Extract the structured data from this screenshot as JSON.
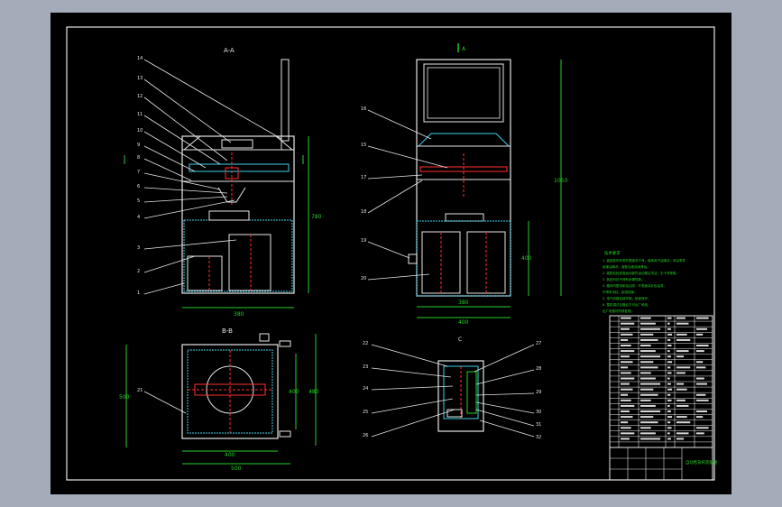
{
  "views": {
    "section_a_title": "A-A",
    "view_b_title": "B-B",
    "view_c_title": "C",
    "front_arrow_label": "A"
  },
  "dimensions": {
    "side_width": "380",
    "side_height": "780",
    "front_total_height": "1050",
    "front_lower_height": "400",
    "front_width_inner": "380",
    "front_width_outer": "400",
    "plan_width_inner": "400",
    "plan_width_outer": "500",
    "plan_height_left": "500",
    "plan_height_right": "480",
    "plan_height_inner": "400"
  },
  "balloons": {
    "left": [
      "14",
      "13",
      "12",
      "11",
      "10",
      "9",
      "8",
      "7",
      "6",
      "5",
      "4",
      "3",
      "2",
      "1"
    ],
    "front": [
      "16",
      "15",
      "17",
      "18",
      "19",
      "20"
    ],
    "plan": [
      "21"
    ],
    "detail_left": [
      "22",
      "23",
      "24",
      "25",
      "26"
    ],
    "detail_right": [
      "27",
      "28",
      "29",
      "30",
      "31",
      "32"
    ]
  },
  "notes": {
    "title": "技术要求",
    "lines": [
      "1. 装配前所有零件需清洗干净，轴承用汽油清洗，其余零件",
      "用煤油清洗，各配合面涂润滑油。",
      "2. 装配后检查各运动部件运动是否灵活，无卡滞现象。",
      "3. 各密封处不得有渗漏现象。",
      "4. 箱体内壁涂耐油油漆，外表面涂灰色油漆，",
      "不得有流挂、起泡现象。",
      "5. 电气线路连接牢固，绝缘良好。",
      "6. 整机调试合格后方可出厂使用，",
      "出厂前做好防锈处理。"
    ]
  },
  "title_block": {
    "drawing_name": "自动售货机装配图"
  },
  "colors": {
    "frame_bg": "#000000",
    "viewport_bg": "#a3acb8",
    "outline": "#e6e6e6",
    "dimension": "#27d027",
    "cyan": "#3fd0e8",
    "center_red": "#ff3030"
  }
}
